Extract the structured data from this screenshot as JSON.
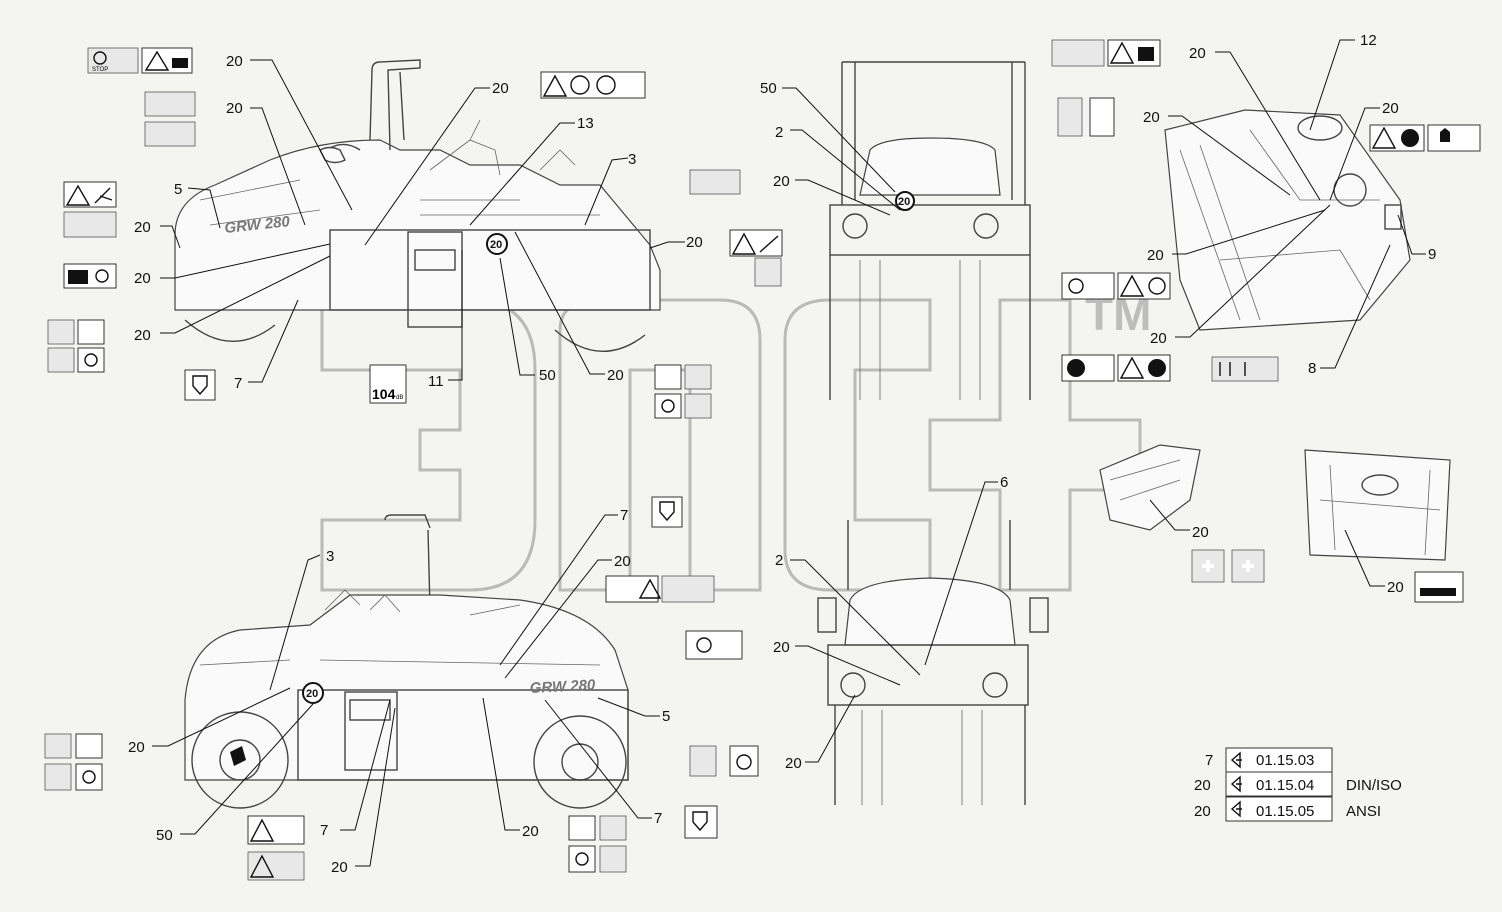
{
  "diagram": {
    "brand_label": "GRW 280",
    "speed_label": "20",
    "decal_text": {
      "stop": "STOP",
      "noise": "104",
      "noise_unit": "dB"
    },
    "watermark": {
      "trademark": "TM"
    },
    "callouts": {
      "c_20a": "20",
      "c_20b": "20",
      "c_20c": "20",
      "c_20d": "20",
      "c_20e": "20",
      "c_20f": "20",
      "c_20g": "20",
      "c_20h": "20",
      "c_5a": "5",
      "c_13": "13",
      "c_3a": "3",
      "c_7a": "7",
      "c_11": "11",
      "c_50a": "50",
      "c_50b": "50",
      "c_2a": "2",
      "c_20i": "20",
      "c_20j": "20",
      "c_12": "12",
      "c_20k": "20",
      "c_20l": "20",
      "c_20m": "20",
      "c_20n": "20",
      "c_9": "9",
      "c_8": "8",
      "c_6": "6",
      "c_2b": "2",
      "c_20o": "20",
      "c_20p": "20",
      "c_20q": "20",
      "c_20r": "20",
      "c_3b": "3",
      "c_7b": "7",
      "c_20s": "20",
      "c_5b": "5",
      "c_20t": "20",
      "c_50c": "50",
      "c_7c": "7",
      "c_20u": "20",
      "c_20v": "20",
      "c_7d": "7"
    },
    "reference_table": [
      {
        "qty": "7",
        "code": "01.15.03",
        "standard": ""
      },
      {
        "qty": "20",
        "code": "01.15.04",
        "standard": "DIN/ISO"
      },
      {
        "qty": "20",
        "code": "01.15.05",
        "standard": "ANSI"
      }
    ]
  }
}
